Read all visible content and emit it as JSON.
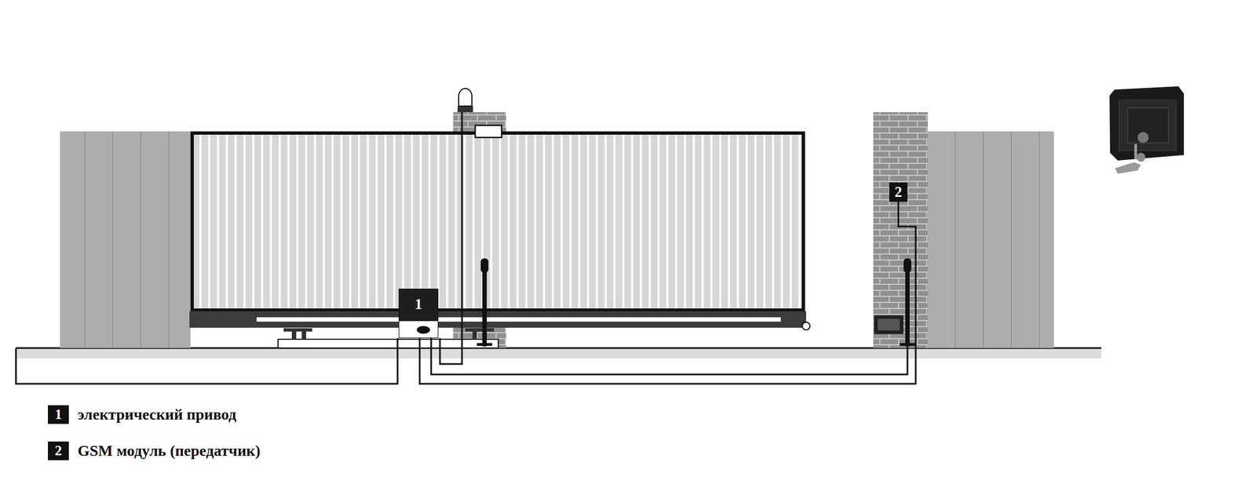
{
  "diagram": {
    "nodes": [
      {
        "text": [
          "1"
        ]
      },
      {
        "text": [
          "2"
        ]
      }
    ],
    "edges": [
      {
        "from": 0,
        "to": 1,
        "arrow": "none"
      }
    ],
    "labels": [
      "1",
      "2"
    ],
    "legend": [
      {
        "text": "электрический привод"
      },
      {
        "text": "GSM модуль (передатчик)"
      }
    ]
  }
}
